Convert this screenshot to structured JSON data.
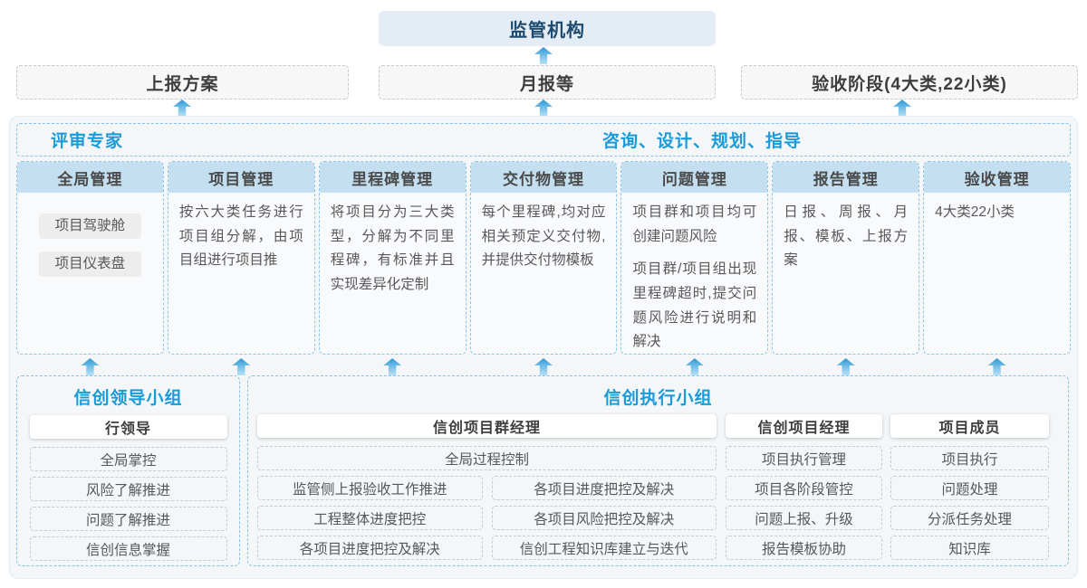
{
  "colors": {
    "accent_blue": "#1a9bd8",
    "regulator_box_bg": "#e4ecf5",
    "regulator_text": "#1d4a6e",
    "column_header_bg": "#c3dff0",
    "dashed_blue_border": "#85c4e8",
    "dashed_gray_border": "#c9c9c9",
    "container_bg": "#f4f6f7",
    "arrow_blue_top": "#2d97d6",
    "arrow_blue_bottom": "#b9e0f4"
  },
  "top": {
    "regulator": "监管机构"
  },
  "report_row": [
    {
      "label": "上报方案"
    },
    {
      "label": "月报等"
    },
    {
      "label": "验收阶段(4大类,22小类)"
    }
  ],
  "platform": {
    "left_header": "评审专家",
    "right_header": "咨询、设计、规划、指导",
    "columns": [
      {
        "title": "全局管理",
        "buttons": [
          "项目驾驶舱",
          "项目仪表盘"
        ]
      },
      {
        "title": "项目管理",
        "paragraphs": [
          "按六大类任务进行项目组分解，由项目组进行项目推"
        ]
      },
      {
        "title": "里程碑管理",
        "paragraphs": [
          "将项目分为三大类型，分解为不同里程碑，有标准并且实现差异化定制"
        ]
      },
      {
        "title": "交付物管理",
        "paragraphs": [
          "每个里程碑,均对应相关预定义交付物,并提供交付物模板"
        ]
      },
      {
        "title": "问题管理",
        "paragraphs": [
          "项目群和项目均可创建问题风险",
          "项目群/项目组出现里程碑超时,提交问题风险进行说明和解决"
        ]
      },
      {
        "title": "报告管理",
        "paragraphs": [
          "日报、周报、月报、模板、上报方案"
        ]
      },
      {
        "title": "验收管理",
        "paragraphs": [
          "4大类22小类"
        ]
      }
    ]
  },
  "groups": {
    "leading": {
      "title": "信创领导小组",
      "role": "行领导",
      "items": [
        "全局掌控",
        "风险了解推进",
        "问题了解推进",
        "信创信息掌握"
      ]
    },
    "execution": {
      "title": "信创执行小组",
      "pgm": {
        "role": "信创项目群经理",
        "full_item": "全局过程控制",
        "left_items": [
          "监管侧上报验收工作推进",
          "工程整体进度把控",
          "各项目进度把控及解决"
        ],
        "right_items": [
          "各项目进度把控及解决",
          "各项目风险把控及解决",
          "信创工程知识库建立与迭代"
        ]
      },
      "pm": {
        "role": "信创项目经理",
        "items": [
          "项目执行管理",
          "项目各阶段管控",
          "问题上报、升级",
          "报告模板协助"
        ]
      },
      "member": {
        "role": "项目成员",
        "items": [
          "项目执行",
          "问题处理",
          "分派任务处理",
          "知识库"
        ]
      }
    }
  }
}
